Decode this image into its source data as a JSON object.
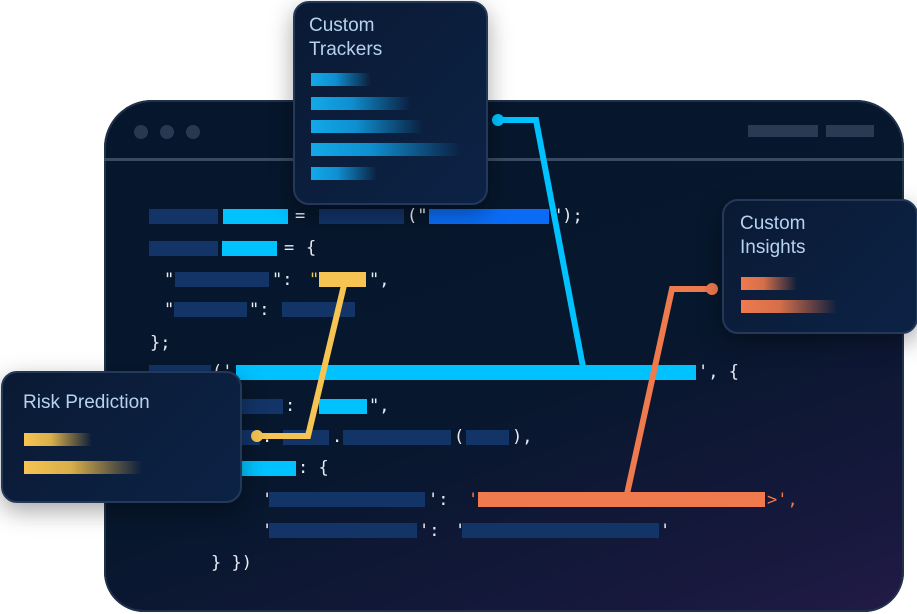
{
  "cards": {
    "trackers": {
      "title_line1": "Custom",
      "title_line2": "Trackers",
      "accent": "#00c2ff",
      "bars": 5
    },
    "insights": {
      "title_line1": "Custom",
      "title_line2": "Insights",
      "accent": "#ef7a4e",
      "bars": 2
    },
    "risk": {
      "title": "Risk Prediction",
      "accent": "#f6c452",
      "bars": 2
    }
  },
  "code": {
    "symbols": {
      "eq": "=",
      "open_paren_quote": "(\"",
      "close_paren_semicolon": "\");",
      "open_brace": "{",
      "quote": "\"",
      "quote_colon": "\":",
      "quote_comma": "\",",
      "close_brace_semicolon": "};",
      "paren_quote": "('",
      "quote_comma_brace": "', {",
      "colon": ":",
      "dot": ".",
      "open_paren": "(",
      "close_paren_comma": "),",
      "colon_brace": ": {",
      "squote": "'",
      "squote_colon": "':",
      "gt_quote_comma": ">',",
      "close_braces": "} })"
    }
  },
  "colors": {
    "cyan": "#00c2ff",
    "blue": "#0a6cf5",
    "yellow": "#f6c452",
    "orange": "#ef7a4e",
    "placeholder": "#123467"
  }
}
